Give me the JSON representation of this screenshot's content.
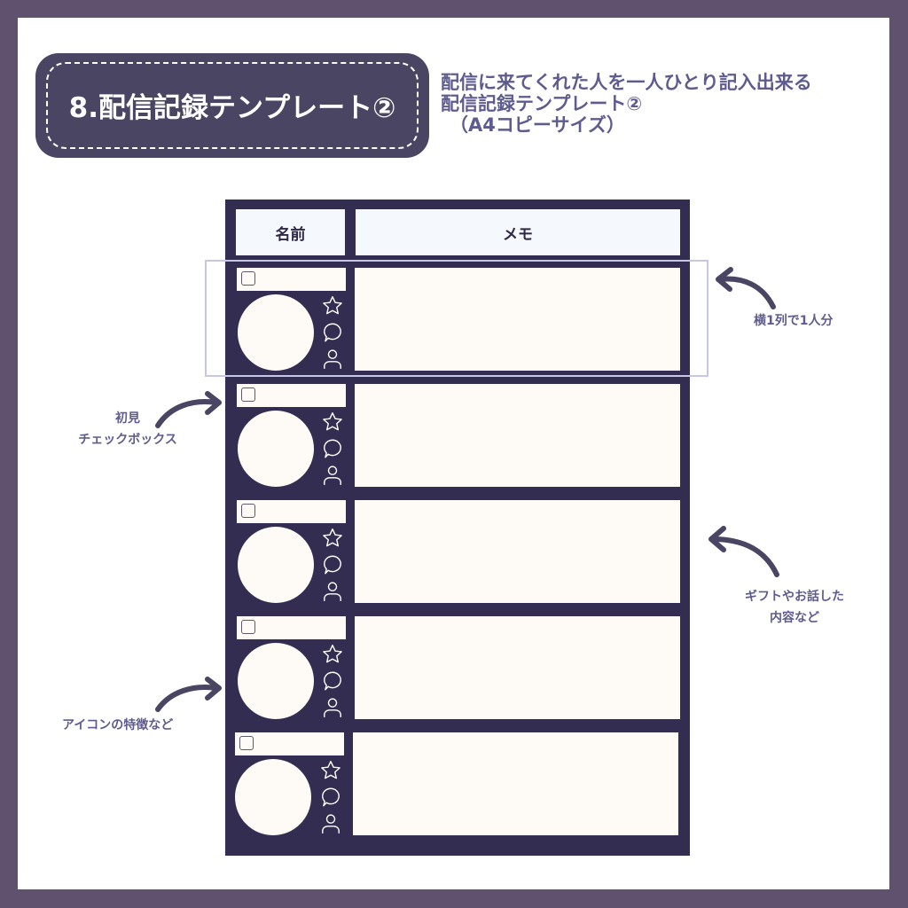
{
  "title": {
    "badge_text": "8.配信記録テンプレート②",
    "description_lines": [
      "配信に来てくれた人を一人ひとり記入出来る",
      "配信記録テンプレート②",
      "（A4コピーサイズ）"
    ]
  },
  "template": {
    "headers": {
      "name": "名前",
      "memo": "メモ"
    },
    "row_count": 5,
    "row_icons": [
      "star-icon",
      "speech-bubble-icon",
      "person-icon"
    ]
  },
  "annotations": {
    "one_row_per_person": "横1列で1人分",
    "first_time_checkbox": [
      "初見",
      "チェックボックス"
    ],
    "gift_and_talk": [
      "ギフトやお話した",
      "内容など"
    ],
    "icon_features": "アイコンの特徴など"
  },
  "colors": {
    "frame": "#60526e",
    "badge": "#4a4562",
    "sheet": "#342d52",
    "text_accent": "#5e5c8e",
    "cell": "#fefbf6",
    "header_cell": "#f5f8fd",
    "highlight": "#c8c6e6"
  }
}
